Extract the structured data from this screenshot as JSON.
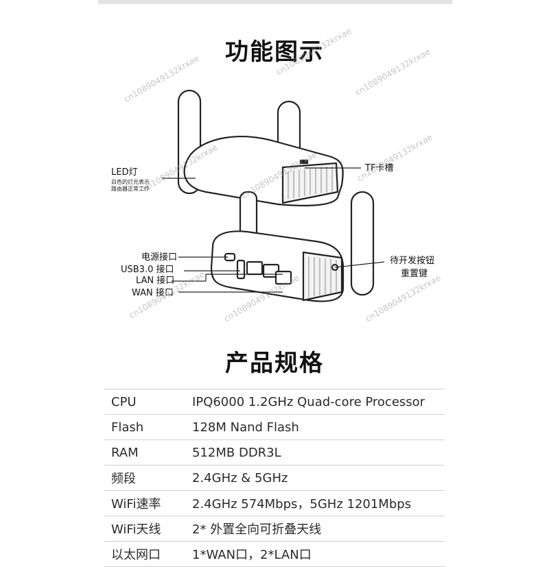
{
  "sections": {
    "features_title": "功能图示",
    "specs_title": "产品规格"
  },
  "callouts": {
    "led": "LED灯",
    "led_desc_1": "白色的灯光表示",
    "led_desc_2": "路由器正常工作",
    "tf": "TF卡槽",
    "power": "电源接口",
    "usb": "USB3.0 接口",
    "lan": "LAN 接口",
    "wan": "WAN 接口",
    "dev_button": "待开发按钮",
    "reset": "重置键"
  },
  "watermark": "cn1089049132krxae",
  "specs": [
    {
      "key": "CPU",
      "value": "IPQ6000 1.2GHz Quad-core Processor"
    },
    {
      "key": "Flash",
      "value": "128M Nand Flash"
    },
    {
      "key": "RAM",
      "value": "512MB  DDR3L"
    },
    {
      "key": "频段",
      "value": "2.4GHz & 5GHz"
    },
    {
      "key": "WiFi速率",
      "value": "2.4GHz 574Mbps，5GHz 1201Mbps"
    },
    {
      "key": "WiFi天线",
      "value": "2* 外置全向可折叠天线"
    },
    {
      "key": "以太网口",
      "value": "1*WAN口，2*LAN口"
    }
  ]
}
